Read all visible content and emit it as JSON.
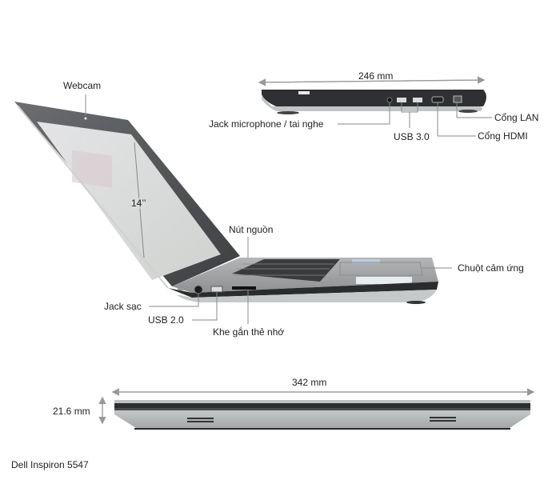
{
  "model": "Dell Inspiron 5547",
  "labels": {
    "webcam": "Webcam",
    "screen_size": "14’’",
    "power_button": "Nút nguồn",
    "touchpad": "Chuột cảm ứng",
    "charging_jack": "Jack sạc",
    "usb2": "USB 2.0",
    "card_slot": "Khe gắn thẻ nhớ",
    "audio_jack": "Jack microphone / tai nghe",
    "usb3": "USB 3.0",
    "lan_port": "Cổng LAN",
    "hdmi_port": "Cổng HDMI"
  },
  "dimensions": {
    "depth": "246 mm",
    "width": "342 mm",
    "thickness": "21.6 mm"
  },
  "colors": {
    "body_silver": "#b9bcbc",
    "body_dark": "#3a3b3d",
    "screen": "#d6d8d6",
    "leader_line": "#8a8a8a"
  }
}
